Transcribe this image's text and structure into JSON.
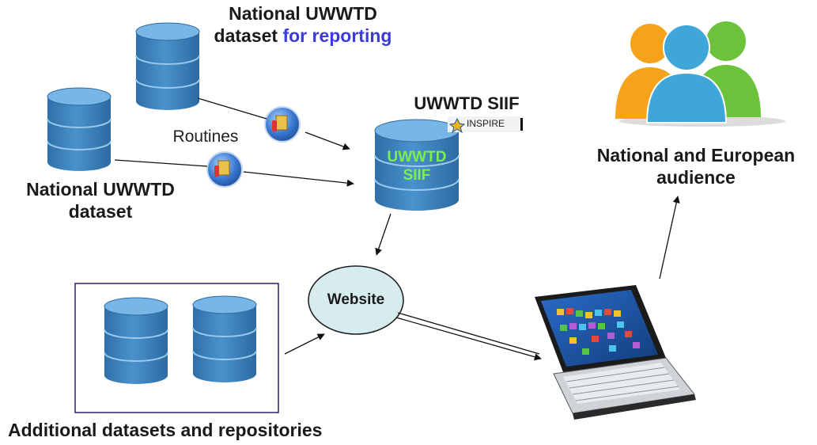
{
  "labels": {
    "national_reporting_line1": "National UWWTD",
    "national_reporting_line2a": "dataset",
    "national_reporting_line2b": "for reporting",
    "national_dataset_line1": "National UWWTD",
    "national_dataset_line2": "dataset",
    "routines": "Routines",
    "siif_title": "UWWTD SIIF",
    "siif_db_line1": "UWWTD",
    "siif_db_line2": "SIIF",
    "inspire": "INSPIRE",
    "website": "Website",
    "audience_line1": "National and European",
    "audience_line2": "audience",
    "additional": "Additional datasets and repositories"
  },
  "colors": {
    "db_fill": "#3f86c2",
    "db_top": "#6fb0e0",
    "siif_text": "#7cf04a",
    "reporting_accent": "#3b3bd6",
    "website_fill": "#d7ecee",
    "box_border": "#2a1f6e",
    "person_orange": "#f5a31a",
    "person_green": "#6cc23b",
    "person_blue": "#3ea6d8"
  },
  "icons": [
    "database-icon",
    "routine-tool-icon",
    "people-icon",
    "tablet-laptop-icon",
    "inspire-logo-icon"
  ]
}
